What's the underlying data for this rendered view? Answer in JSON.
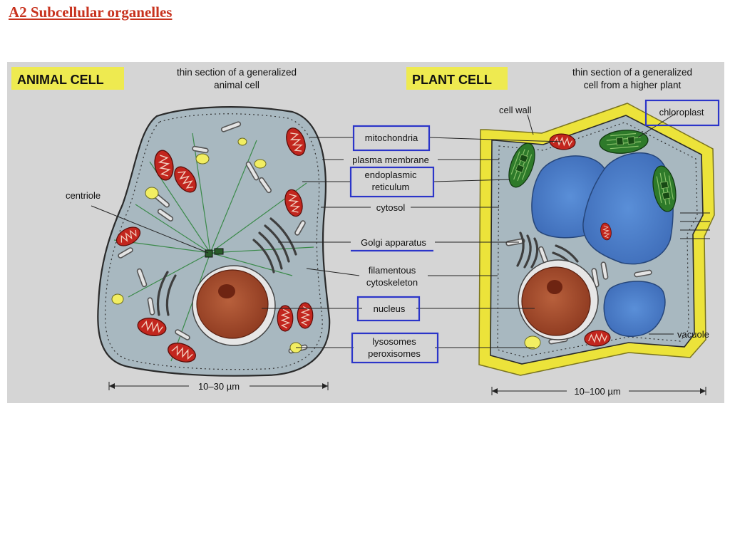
{
  "title": "A2 Subcellular organelles",
  "animal": {
    "tag": "ANIMAL CELL",
    "caption_line1": "thin section of a generalized",
    "caption_line2": "animal cell",
    "scale": "10–30 µm"
  },
  "plant": {
    "tag": "PLANT CELL",
    "caption_line1": "thin section of a generalized",
    "caption_line2": "cell from a higher plant",
    "scale": "10–100 µm"
  },
  "labels": {
    "centriole": "centriole",
    "mitochondria": "mitochondria",
    "plasma_membrane": "plasma membrane",
    "er_line1": "endoplasmic",
    "er_line2": "reticulum",
    "cytosol": "cytosol",
    "golgi": "Golgi apparatus",
    "filamentous_line1": "filamentous",
    "filamentous_line2": "cytoskeleton",
    "nucleus": "nucleus",
    "lysosomes": "lysosomes",
    "peroxisomes": "peroxisomes",
    "cell_wall": "cell wall",
    "chloroplast": "chloroplast",
    "vacuole": "vacuole"
  },
  "colors": {
    "title": "#c8321e",
    "panel_background": "#d5d5d5",
    "tag_highlight": "#eeea50",
    "highlight_box": "#2b35c9",
    "cytoplasm": "#a8b8c0",
    "mitochondria": "#c2261e",
    "nucleus": "#a8462a",
    "chloroplast": "#2e7a2a",
    "vacuole": "#4d7ec8",
    "cell_wall": "#ece33a"
  }
}
